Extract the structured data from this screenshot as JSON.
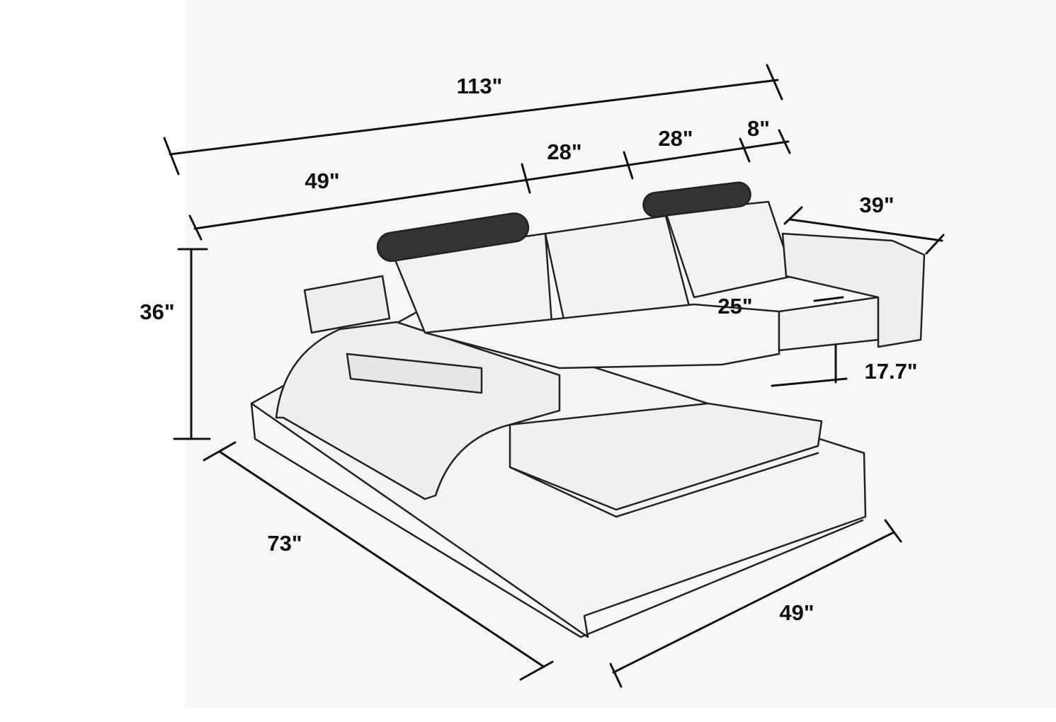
{
  "dimensions": {
    "total_width": "113\"",
    "seat_a_width": "28\"",
    "seat_b_width": "28\"",
    "arm_width": "8\"",
    "chaise_section_width": "49\"",
    "right_depth": "39\"",
    "height": "36\"",
    "seat_depth": "25\"",
    "seat_height": "17.7\"",
    "chaise_length": "73\"",
    "chaise_width": "49\""
  },
  "colors": {
    "line": "#222222",
    "fill": "#f2f2f2"
  }
}
